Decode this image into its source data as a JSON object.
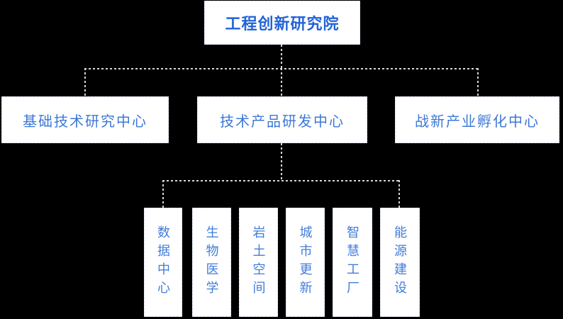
{
  "colors": {
    "background": "#000000",
    "node_fill": "#ffffff",
    "node_border": "#d9e0f0",
    "connector_line": "#d6d6d6",
    "root_text": "#2263d7",
    "branch_text": "#3c78d6",
    "leaf_text": "#417dd9"
  },
  "org_chart": {
    "root": {
      "label": "工程创新研究院"
    },
    "level2": [
      {
        "label": "基础技术研究中心"
      },
      {
        "label": "技术产品研发中心"
      },
      {
        "label": "战新产业孵化中心"
      }
    ],
    "level3": [
      {
        "label": "数据中心"
      },
      {
        "label": "生物医学"
      },
      {
        "label": "岩土空间"
      },
      {
        "label": "城市更新"
      },
      {
        "label": "智慧工厂"
      },
      {
        "label": "能源建设"
      }
    ]
  }
}
